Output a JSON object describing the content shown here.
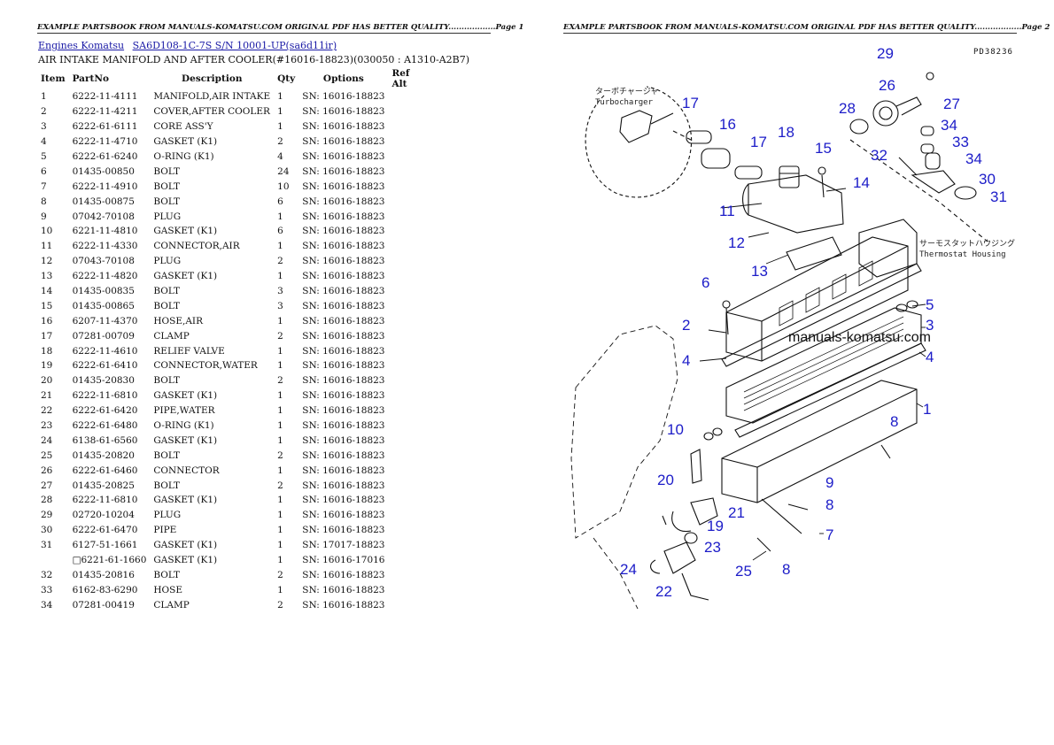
{
  "header": {
    "page1": "EXAMPLE PARTSBOOK FROM MANUALS-KOMATSU.COM ORIGINAL PDF HAS BETTER QUALITY..................Page 1",
    "page2": "EXAMPLE PARTSBOOK FROM MANUALS-KOMATSU.COM ORIGINAL PDF HAS BETTER QUALITY..................Page 2"
  },
  "breadcrumb": {
    "engines": "Engines Komatsu",
    "model": "SA6D108-1C-7S S/N 10001-UP(sa6d11ir)"
  },
  "subtitle": "AIR INTAKE MANIFOLD AND AFTER COOLER(#16016-18823)(030050 : A1310-A2B7)",
  "table": {
    "headers": [
      "Item",
      "PartNo",
      "Description",
      "Qty",
      "Options",
      "Ref Alt"
    ],
    "rows": [
      [
        "1",
        "6222-11-4111",
        "MANIFOLD,AIR INTAKE",
        "1",
        "SN: 16016-18823"
      ],
      [
        "2",
        "6222-11-4211",
        "COVER,AFTER COOLER",
        "1",
        "SN: 16016-18823"
      ],
      [
        "3",
        "6222-61-6111",
        "CORE ASS'Y",
        "1",
        "SN: 16016-18823"
      ],
      [
        "4",
        "6222-11-4710",
        "GASKET (K1)",
        "2",
        "SN: 16016-18823"
      ],
      [
        "5",
        "6222-61-6240",
        "O-RING (K1)",
        "4",
        "SN: 16016-18823"
      ],
      [
        "6",
        "01435-00850",
        "BOLT",
        "24",
        "SN: 16016-18823"
      ],
      [
        "7",
        "6222-11-4910",
        "BOLT",
        "10",
        "SN: 16016-18823"
      ],
      [
        "8",
        "01435-00875",
        "BOLT",
        "6",
        "SN: 16016-18823"
      ],
      [
        "9",
        "07042-70108",
        "PLUG",
        "1",
        "SN: 16016-18823"
      ],
      [
        "10",
        "6221-11-4810",
        "GASKET (K1)",
        "6",
        "SN: 16016-18823"
      ],
      [
        "11",
        "6222-11-4330",
        "CONNECTOR,AIR",
        "1",
        "SN: 16016-18823"
      ],
      [
        "12",
        "07043-70108",
        "PLUG",
        "2",
        "SN: 16016-18823"
      ],
      [
        "13",
        "6222-11-4820",
        "GASKET (K1)",
        "1",
        "SN: 16016-18823"
      ],
      [
        "14",
        "01435-00835",
        "BOLT",
        "3",
        "SN: 16016-18823"
      ],
      [
        "15",
        "01435-00865",
        "BOLT",
        "3",
        "SN: 16016-18823"
      ],
      [
        "16",
        "6207-11-4370",
        "HOSE,AIR",
        "1",
        "SN: 16016-18823"
      ],
      [
        "17",
        "07281-00709",
        "CLAMP",
        "2",
        "SN: 16016-18823"
      ],
      [
        "18",
        "6222-11-4610",
        "RELIEF VALVE",
        "1",
        "SN: 16016-18823"
      ],
      [
        "19",
        "6222-61-6410",
        "CONNECTOR,WATER",
        "1",
        "SN: 16016-18823"
      ],
      [
        "20",
        "01435-20830",
        "BOLT",
        "2",
        "SN: 16016-18823"
      ],
      [
        "21",
        "6222-11-6810",
        "GASKET (K1)",
        "1",
        "SN: 16016-18823"
      ],
      [
        "22",
        "6222-61-6420",
        "PIPE,WATER",
        "1",
        "SN: 16016-18823"
      ],
      [
        "23",
        "6222-61-6480",
        "O-RING (K1)",
        "1",
        "SN: 16016-18823"
      ],
      [
        "24",
        "6138-61-6560",
        "GASKET (K1)",
        "1",
        "SN: 16016-18823"
      ],
      [
        "25",
        "01435-20820",
        "BOLT",
        "2",
        "SN: 16016-18823"
      ],
      [
        "26",
        "6222-61-6460",
        "CONNECTOR",
        "1",
        "SN: 16016-18823"
      ],
      [
        "27",
        "01435-20825",
        "BOLT",
        "2",
        "SN: 16016-18823"
      ],
      [
        "28",
        "6222-11-6810",
        "GASKET (K1)",
        "1",
        "SN: 16016-18823"
      ],
      [
        "29",
        "02720-10204",
        "PLUG",
        "1",
        "SN: 16016-18823"
      ],
      [
        "30",
        "6222-61-6470",
        "PIPE",
        "1",
        "SN: 16016-18823"
      ],
      [
        "31",
        "6127-51-1661",
        "GASKET (K1)",
        "1",
        "SN: 17017-18823"
      ],
      [
        "",
        "□6221-61-1660",
        "GASKET (K1)",
        "1",
        "SN: 16016-17016"
      ],
      [
        "32",
        "01435-20816",
        "BOLT",
        "2",
        "SN: 16016-18823"
      ],
      [
        "33",
        "6162-83-6290",
        "HOSE",
        "1",
        "SN: 16016-18823"
      ],
      [
        "34",
        "07281-00419",
        "CLAMP",
        "2",
        "SN: 16016-18823"
      ]
    ]
  },
  "diagram": {
    "code": "PD38236",
    "watermark": "manuals-komatsu.com",
    "turbo_jp": "ターボチャージャ",
    "turbo_en": "Turbocharger",
    "thermo_jp": "サーモスタットハウジング",
    "thermo_en": "Thermostat Housing",
    "callouts": [
      "29",
      "26",
      "27",
      "28",
      "34",
      "33",
      "34",
      "30",
      "31",
      "32",
      "17",
      "16",
      "17",
      "18",
      "15",
      "14",
      "11",
      "12",
      "13",
      "6",
      "5",
      "3",
      "2",
      "4",
      "4",
      "1",
      "10",
      "8",
      "9",
      "20",
      "8",
      "21",
      "19",
      "7",
      "23",
      "8",
      "24",
      "25",
      "22"
    ]
  }
}
